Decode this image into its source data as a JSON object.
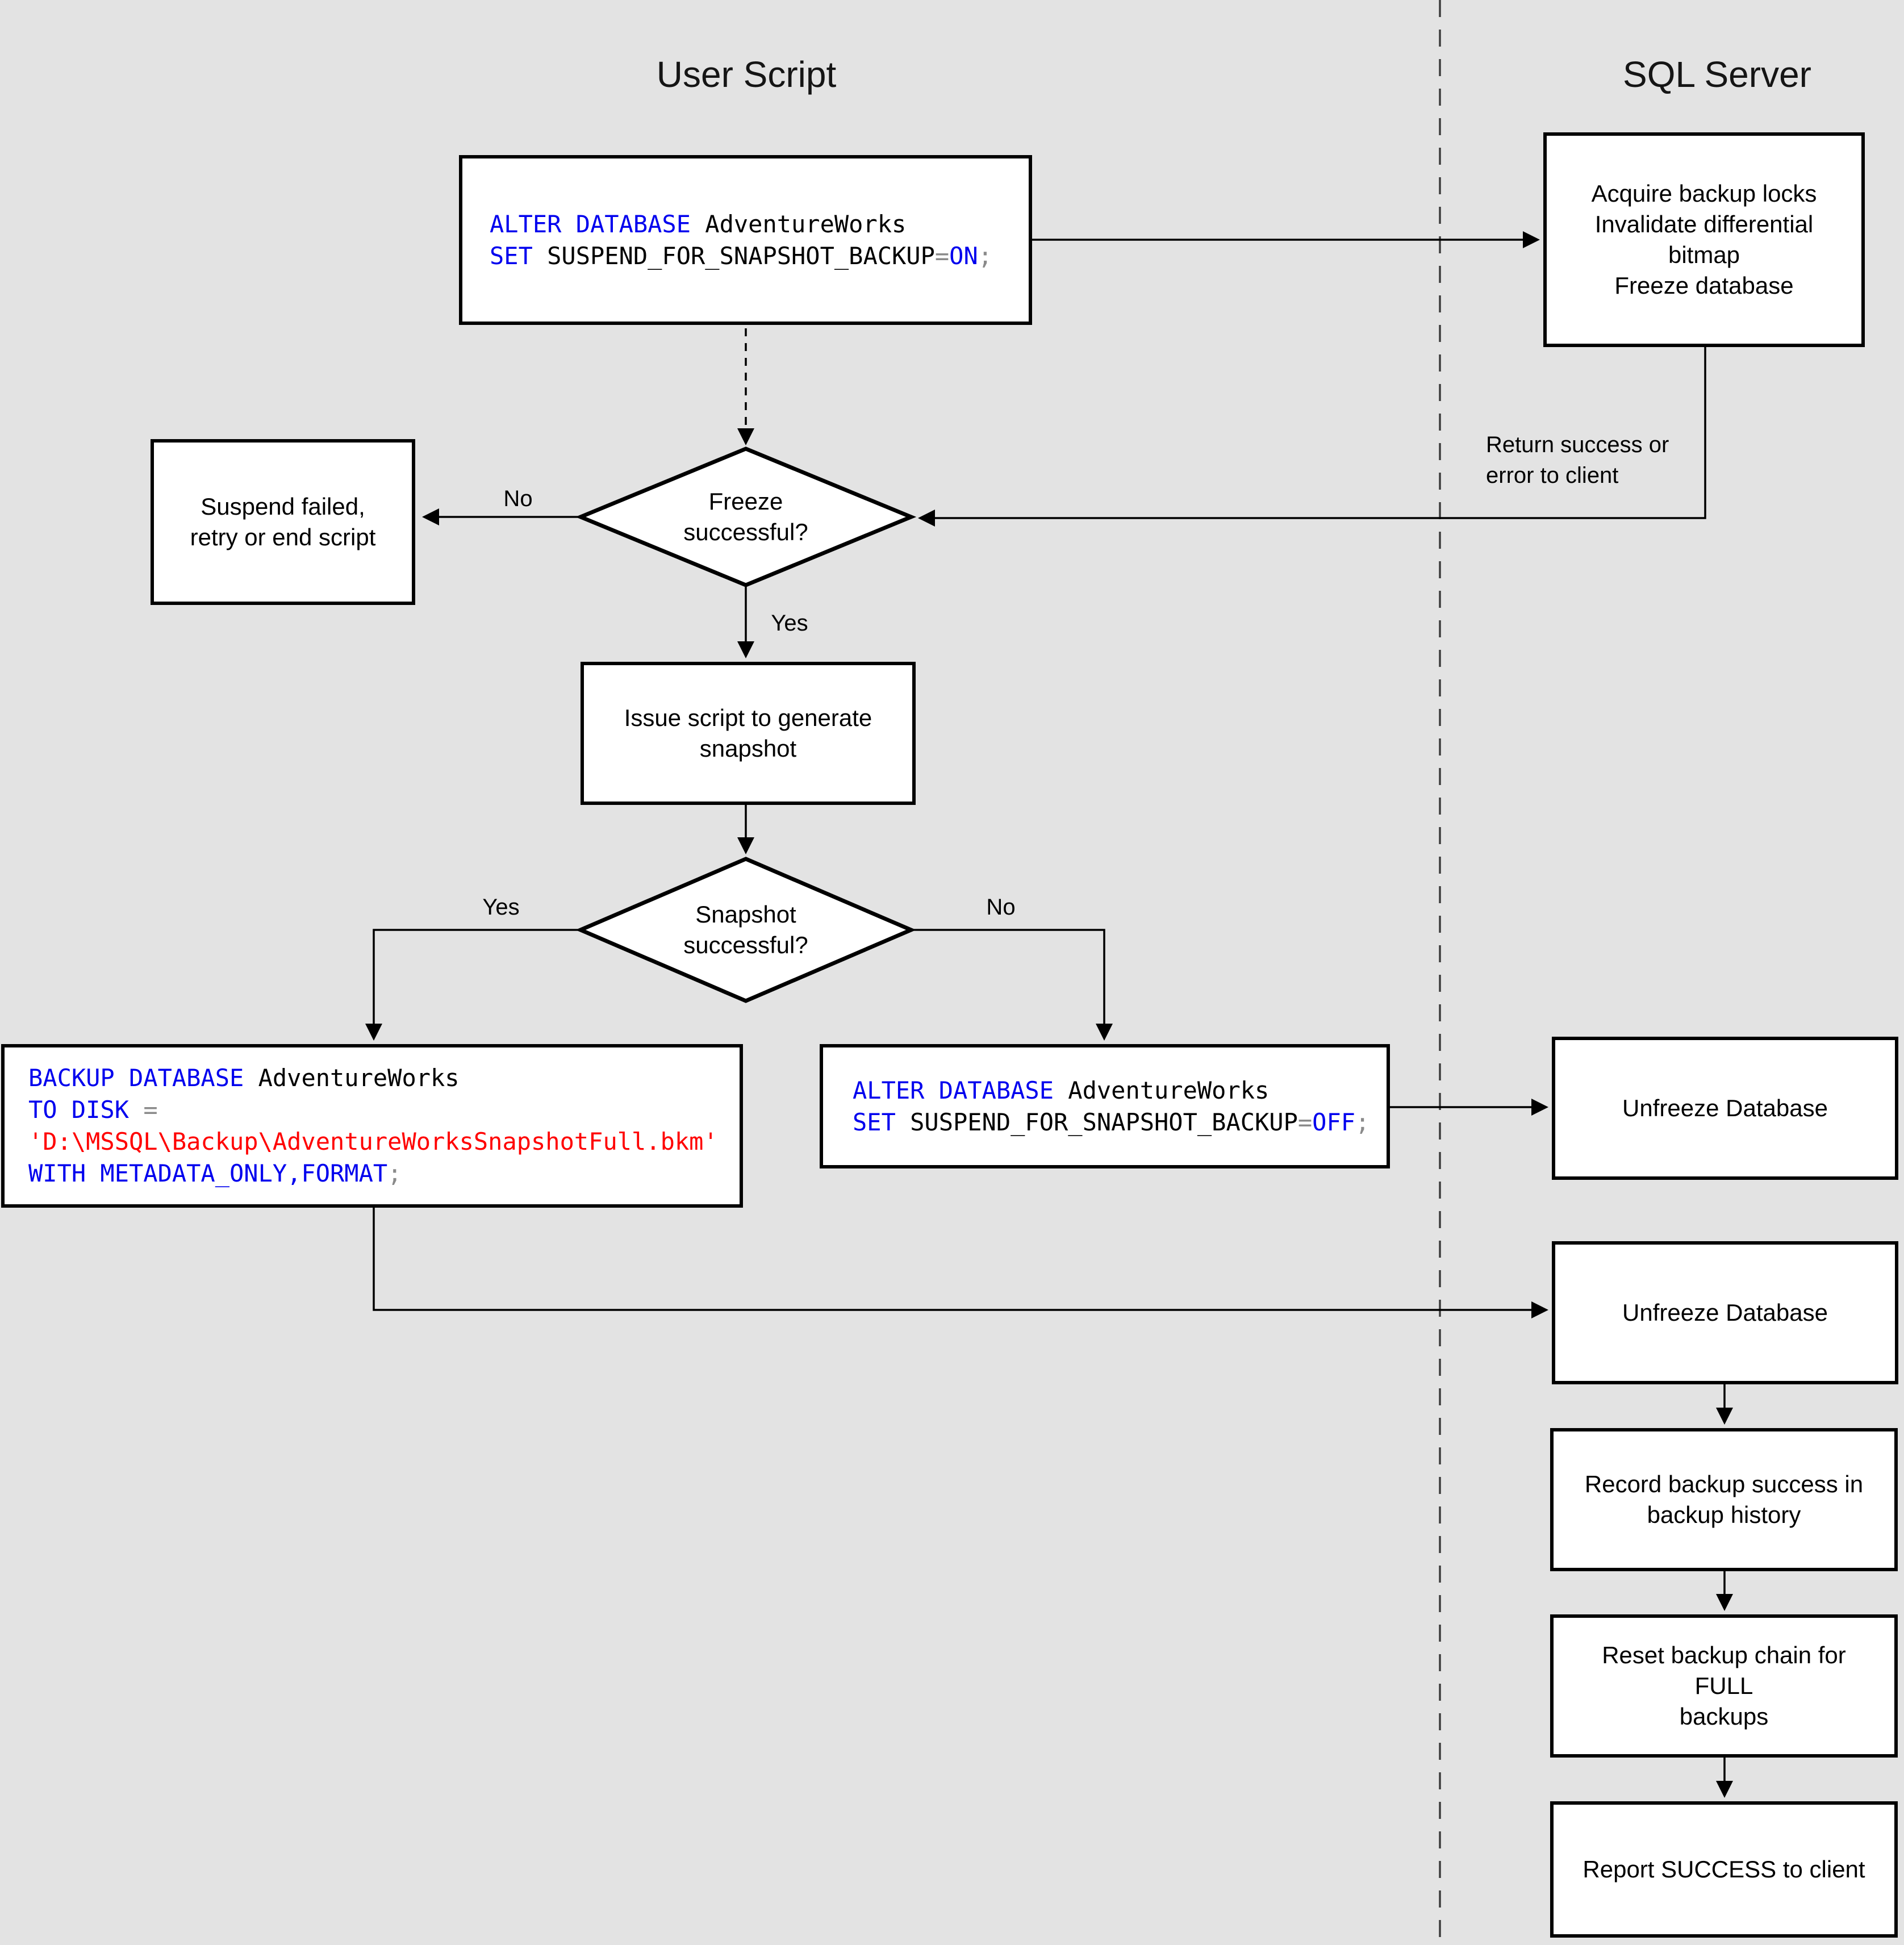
{
  "colors": {
    "canvas_bg": "#e3e3e3",
    "node_fill": "#ffffff",
    "node_border": "#000000",
    "connector": "#000000",
    "divider": "#3d3d3d",
    "kw": "#0000ee",
    "id": "#000000",
    "str": "#ff0000",
    "op": "#8a8a8a"
  },
  "lanes": {
    "left_title": "User Script",
    "right_title": "SQL Server"
  },
  "nodes": {
    "alter_on": {
      "code": [
        [
          {
            "t": "ALTER DATABASE",
            "c": "kw"
          },
          {
            "t": " AdventureWorks",
            "c": "id"
          }
        ],
        [
          {
            "t": "SET",
            "c": "kw"
          },
          {
            "t": " SUSPEND_FOR_SNAPSHOT_BACKUP",
            "c": "id"
          },
          {
            "t": "=",
            "c": "op"
          },
          {
            "t": "ON",
            "c": "kw"
          },
          {
            "t": ";",
            "c": "op"
          }
        ]
      ]
    },
    "acquire": {
      "text": "Acquire backup locks\nInvalidate differential\nbitmap\nFreeze database"
    },
    "freeze_q": {
      "text": "Freeze\nsuccessful?"
    },
    "suspend_failed": {
      "text": "Suspend failed,\nretry or end script"
    },
    "issue_script": {
      "text": "Issue script to generate\nsnapshot"
    },
    "snapshot_q": {
      "text": "Snapshot\nsuccessful?"
    },
    "backup_cmd": {
      "code": [
        [
          {
            "t": "BACKUP DATABASE",
            "c": "kw"
          },
          {
            "t": " AdventureWorks",
            "c": "id"
          }
        ],
        [
          {
            "t": "TO DISK",
            "c": "kw"
          },
          {
            "t": " ",
            "c": "id"
          },
          {
            "t": "=",
            "c": "op"
          }
        ],
        [
          {
            "t": "'D:\\MSSQL\\Backup\\AdventureWorksSnapshotFull.bkm'",
            "c": "str"
          }
        ],
        [
          {
            "t": "WITH METADATA_ONLY,FORMAT",
            "c": "kw"
          },
          {
            "t": ";",
            "c": "op"
          }
        ]
      ]
    },
    "alter_off": {
      "code": [
        [
          {
            "t": "ALTER DATABASE",
            "c": "kw"
          },
          {
            "t": " AdventureWorks",
            "c": "id"
          }
        ],
        [
          {
            "t": "SET",
            "c": "kw"
          },
          {
            "t": " SUSPEND_FOR_SNAPSHOT_BACKUP",
            "c": "id"
          },
          {
            "t": "=",
            "c": "op"
          },
          {
            "t": "OFF",
            "c": "kw"
          },
          {
            "t": ";",
            "c": "op"
          }
        ]
      ]
    },
    "unfreeze_1": {
      "text": "Unfreeze Database"
    },
    "unfreeze_2": {
      "text": "Unfreeze Database"
    },
    "record_history": {
      "text": "Record backup success in\nbackup history"
    },
    "reset_chain": {
      "text": "Reset backup chain for FULL\nbackups"
    },
    "report_success": {
      "text": "Report SUCCESS to client"
    }
  },
  "edge_labels": {
    "freeze_no": "No",
    "freeze_yes": "Yes",
    "snapshot_yes": "Yes",
    "snapshot_no": "No",
    "return_status": "Return success or\nerror to client"
  }
}
